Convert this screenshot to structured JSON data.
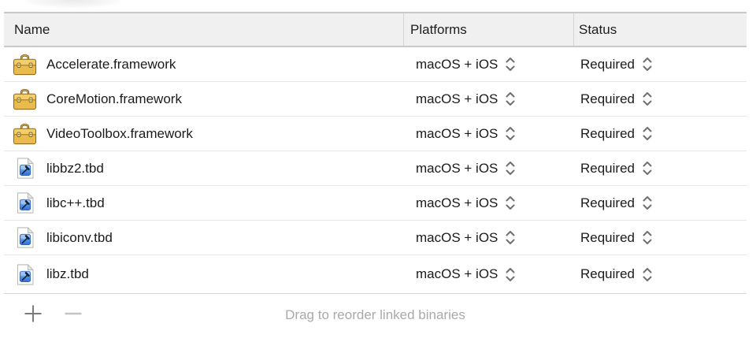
{
  "header": {
    "columns": [
      {
        "label": "Name"
      },
      {
        "label": "Platforms"
      },
      {
        "label": "Status"
      }
    ]
  },
  "rows": [
    {
      "name": "Accelerate.framework",
      "icon": "framework-toolbox-icon",
      "platforms": "macOS + iOS",
      "status": "Required"
    },
    {
      "name": "CoreMotion.framework",
      "icon": "framework-toolbox-icon",
      "platforms": "macOS + iOS",
      "status": "Required"
    },
    {
      "name": "VideoToolbox.framework",
      "icon": "framework-toolbox-icon",
      "platforms": "macOS + iOS",
      "status": "Required"
    },
    {
      "name": "libbz2.tbd",
      "icon": "tbd-document-icon",
      "platforms": "macOS + iOS",
      "status": "Required"
    },
    {
      "name": "libc++.tbd",
      "icon": "tbd-document-icon",
      "platforms": "macOS + iOS",
      "status": "Required"
    },
    {
      "name": "libiconv.tbd",
      "icon": "tbd-document-icon",
      "platforms": "macOS + iOS",
      "status": "Required"
    },
    {
      "name": "libz.tbd",
      "icon": "tbd-document-icon",
      "platforms": "macOS + iOS",
      "status": "Required"
    }
  ],
  "footer": {
    "hint": "Drag to reorder linked binaries"
  },
  "icons": {
    "stepper": "up-down-chevrons-icon",
    "add": "plus-icon",
    "remove": "minus-icon"
  },
  "colors": {
    "header_bg": "#f0f0f0",
    "header_border": "#c9c9c9",
    "row_separator": "#e7e7e7",
    "text": "#1d1d1f",
    "hint_text": "#a9a9a9",
    "chevron": "#6f6f6f",
    "toolbox_gold": "#e8b84c",
    "badge_blue": "#3f87e0"
  }
}
